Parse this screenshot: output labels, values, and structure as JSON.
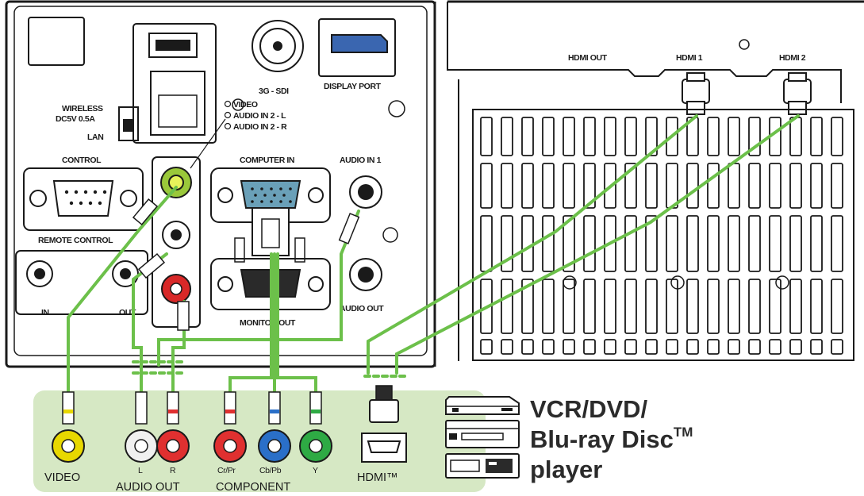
{
  "panel": {
    "wireless": "WIRELESS",
    "wireless_power": "DC5V 0.5A",
    "lan": "LAN",
    "sdi": "3G - SDI",
    "display_port": "DISPLAY PORT",
    "video": "VIDEO",
    "audio_in2_l": "AUDIO IN 2 - L",
    "audio_in2_r": "AUDIO IN 2 - R",
    "control": "CONTROL",
    "computer_in": "COMPUTER IN",
    "audio_in1": "AUDIO IN 1",
    "remote_control": "REMOTE CONTROL",
    "remote_in": "IN",
    "remote_out": "OUT",
    "monitor_out": "MONITOR OUT",
    "audio_out": "AUDIO OUT",
    "hdmi_out": "HDMI OUT",
    "hdmi1": "HDMI 1",
    "hdmi2": "HDMI 2"
  },
  "device": {
    "video": "VIDEO",
    "audio_l": "L",
    "audio_r": "R",
    "audio_out": "AUDIO OUT",
    "cr_pr": "Cr/Pr",
    "cb_pb": "Cb/Pb",
    "y": "Y",
    "component": "COMPONENT",
    "hdmi": "HDMI™",
    "player_line1": "VCR/DVD/",
    "player_line2": "Blu-ray Disc",
    "player_tm": "TM",
    "player_line3": "player"
  },
  "colors": {
    "cable": "#6cc04a",
    "panel_bg": "#d6e8c4",
    "yellow": "#e8d800",
    "red": "#e03030",
    "blue": "#2a6fc8",
    "green": "#2eaa44",
    "white": "#f0f0f0",
    "vga_blue": "#6aa0b8"
  }
}
